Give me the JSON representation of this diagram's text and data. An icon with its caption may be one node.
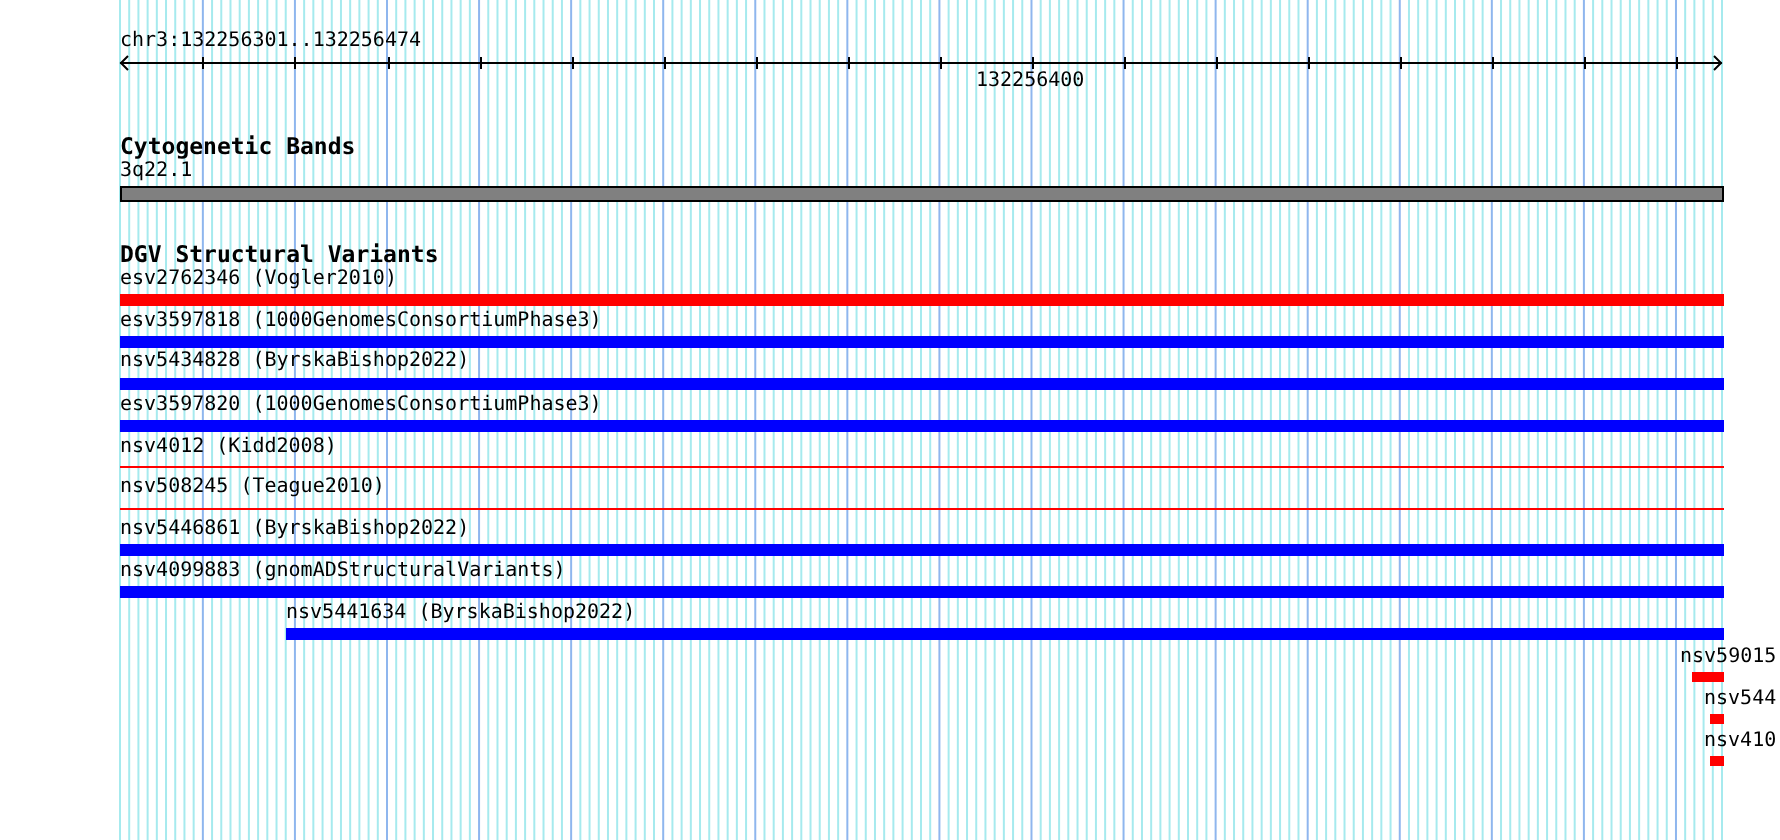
{
  "diagram": {
    "nodes": [
      {
        "text": [
          "3q22.1"
        ]
      },
      {
        "text": [
          "esv2762346 (Vogler2010)"
        ]
      },
      {
        "text": [
          "esv3597818 (1000GenomesConsortiumPhase3)"
        ]
      },
      {
        "text": [
          "nsv5434828 (ByrskaBishop2022)"
        ]
      },
      {
        "text": [
          "esv3597820 (1000GenomesConsortiumPhase3)"
        ]
      },
      {
        "text": [
          "nsv4012 (Kidd2008)"
        ]
      },
      {
        "text": [
          "nsv508245 (Teague2010)"
        ]
      },
      {
        "text": [
          "nsv5446861 (ByrskaBishop2022)"
        ]
      },
      {
        "text": [
          "nsv4099883 (gnomADStructuralVariants)"
        ]
      },
      {
        "text": [
          "nsv5441634 (ByrskaBishop2022)"
        ]
      },
      {
        "text": [
          "nsv59015"
        ]
      },
      {
        "text": [
          "nsv544"
        ]
      },
      {
        "text": [
          "nsv410"
        ]
      }
    ],
    "labels": [
      "chr3:132256301..132256474",
      "132256400",
      "Cytogenetic Bands",
      "DGV Structural Variants"
    ]
  }
}
